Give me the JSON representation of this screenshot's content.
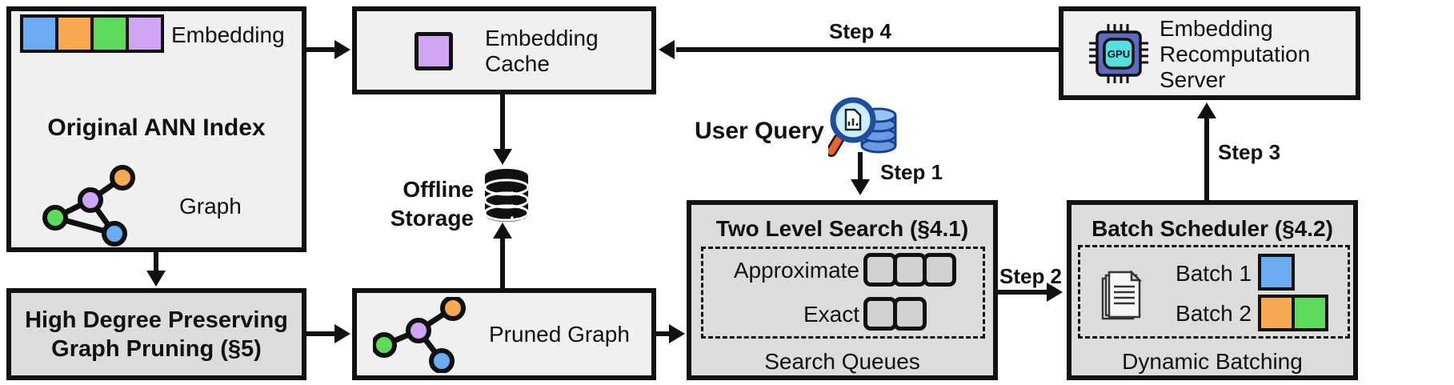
{
  "colors": {
    "blue": "#6babf1",
    "orange": "#f6a950",
    "green": "#5edb5c",
    "purple": "#cfa4f2",
    "box_light": "#f0f0f0",
    "box_dark": "#dcdcdc",
    "queue_fill": "#d2d2d2",
    "chip_body": "#5c6bc0",
    "chip_screen": "#55e0e0",
    "db_blue": "#6b9ae4",
    "db_top": "#9cc3f5",
    "db_dark": "#17418c",
    "lens_fill": "#cdeef8",
    "lens_rim": "#1d4f9c",
    "handle_orange": "#ee6230"
  },
  "ann_index": {
    "title": "Original ANN Index",
    "embedding_label": "Embedding",
    "graph_label": "Graph",
    "embedding_swatches": [
      "blue",
      "orange",
      "green",
      "purple"
    ]
  },
  "embedding_cache": {
    "label": "Embedding\nCache"
  },
  "recomputation_server": {
    "label": "Embedding\nRecomputation\nServer",
    "gpu_label": "GPU"
  },
  "offline_storage": {
    "label": "Offline\nStorage"
  },
  "user_query": {
    "label": "User Query"
  },
  "steps": {
    "step1": "Step 1",
    "step2": "Step 2",
    "step3": "Step 3",
    "step4": "Step 4"
  },
  "two_level_search": {
    "title": "Two Level Search (§4.1)",
    "rows": [
      {
        "label": "Approximate",
        "queues": 3
      },
      {
        "label": "Exact",
        "queues": 2
      }
    ],
    "footer": "Search Queues"
  },
  "batch_scheduler": {
    "title": "Batch Scheduler (§4.2)",
    "rows": [
      {
        "label": "Batch 1",
        "swatches": [
          "blue"
        ]
      },
      {
        "label": "Batch 2",
        "swatches": [
          "orange",
          "green"
        ]
      }
    ],
    "footer": "Dynamic Batching"
  },
  "graph_pruning": {
    "title": "High Degree Preserving\nGraph Pruning (§5)"
  },
  "pruned_graph": {
    "label": "Pruned Graph"
  }
}
